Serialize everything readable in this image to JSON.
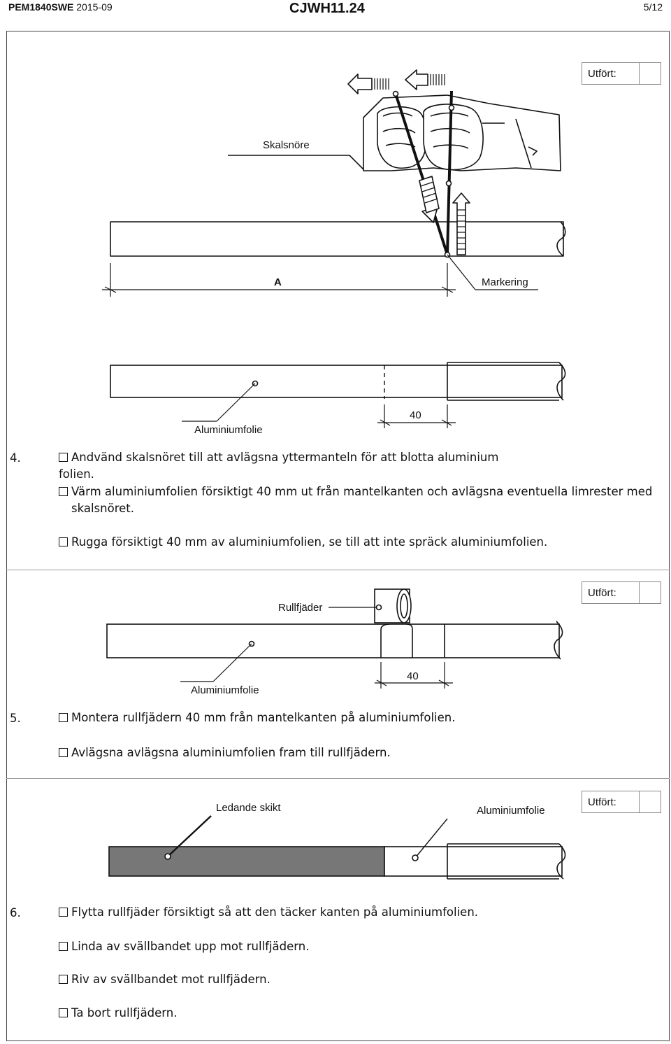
{
  "header": {
    "doc_id": "PEM1840SWE",
    "date": "2015-09",
    "title": "CJWH11.24",
    "page": "5/12"
  },
  "done_label": "Utfört:",
  "section4": {
    "fig1_labels": {
      "cord": "Skalsnöre",
      "dim": "A",
      "mark": "Markering"
    },
    "fig2_labels": {
      "foil": "Aluminiumfolie",
      "dim": "40"
    },
    "number": "4.",
    "steps": [
      "Andvänd skalsnöret till att avlägsna yttermanteln för att blotta aluminium folien.",
      "Värm aluminiumfolien försiktigt 40 mm ut från mantelkanten och avlägsna eventuella limrester med skalsnöret.",
      "Rugga försiktigt 40 mm av aluminiumfolien, se till att inte spräck aluminiumfolien."
    ]
  },
  "section5": {
    "labels": {
      "spring": "Rullfjäder",
      "foil": "Aluminiumfolie",
      "dim": "40"
    },
    "number": "5.",
    "steps": [
      "Montera rullfjädern 40 mm från mantelkanten på aluminiumfolien.",
      "Avlägsna avlägsna aluminiumfolien fram till rullfjädern."
    ]
  },
  "section6": {
    "labels": {
      "layer": "Ledande skikt",
      "foil": "Aluminiumfolie"
    },
    "number": "6.",
    "steps": [
      "Flytta rullfjäder försiktigt så att den täcker kanten på aluminiumfolien.",
      "Linda av svällbandet upp mot rullfjädern.",
      "Riv av svällbandet mot rullfjädern.",
      "Ta bort rullfjädern."
    ],
    "layer_color": "#777777"
  }
}
